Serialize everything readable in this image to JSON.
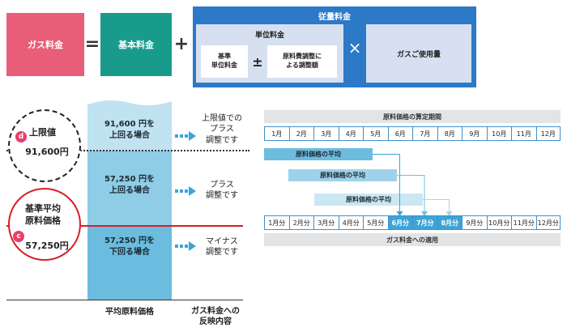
{
  "formula": {
    "gas_fee": "ガス料金",
    "equals": "=",
    "base_fee": "基本料金",
    "plus": "+",
    "usage_fee_title": "従量料金",
    "unit_price_title": "単位料金",
    "basic_unit_price": [
      "基準",
      "単位料金"
    ],
    "plus_minus": "±",
    "adjustment": [
      "原料費調整に",
      "よる調整額"
    ],
    "times": "×",
    "usage_amount": "ガスご使用量"
  },
  "price_diagram": {
    "upper_limit": {
      "badge": "d",
      "label": "上限値",
      "value": "91,600円"
    },
    "base_price": {
      "badge": "c",
      "label": [
        "基準平均",
        "原料価格"
      ],
      "value": "57,250円"
    },
    "bands": [
      {
        "lines": [
          "91,600 円を",
          "上回る場合"
        ],
        "effect": [
          "上限値での",
          "プラス",
          "調整です"
        ]
      },
      {
        "lines": [
          "57,250 円を",
          "上回る場合"
        ],
        "effect": [
          "プラス",
          "調整です"
        ]
      },
      {
        "lines": [
          "57,250 円を",
          "下回る場合"
        ],
        "effect": [
          "マイナス",
          "調整です"
        ]
      }
    ],
    "axis_label_avg": "平均原料価格",
    "axis_label_reflect": [
      "ガス料金への",
      "反映内容"
    ]
  },
  "period_diagram": {
    "header": "原料価格の算定期間",
    "months": [
      "1月",
      "2月",
      "3月",
      "4月",
      "5月",
      "6月",
      "7月",
      "8月",
      "9月",
      "10月",
      "11月",
      "12月"
    ],
    "average_label": "原料価格の平均",
    "billing_months": [
      "1月分",
      "2月分",
      "3月分",
      "4月分",
      "5月分",
      "6月分",
      "7月分",
      "8月分",
      "9月分",
      "10月分",
      "11月分",
      "12月分"
    ],
    "highlighted_billing": [
      5,
      6,
      7
    ],
    "footer": "ガス料金への適用"
  },
  "colors": {
    "gas_fee": "#e85d77",
    "base_fee": "#199b8c",
    "usage_fee": "#2c79c7",
    "usage_inner": "#d7e0f1",
    "red_line": "#d61f26",
    "badge": "#e8406a",
    "arrow": "#3da4d6"
  }
}
